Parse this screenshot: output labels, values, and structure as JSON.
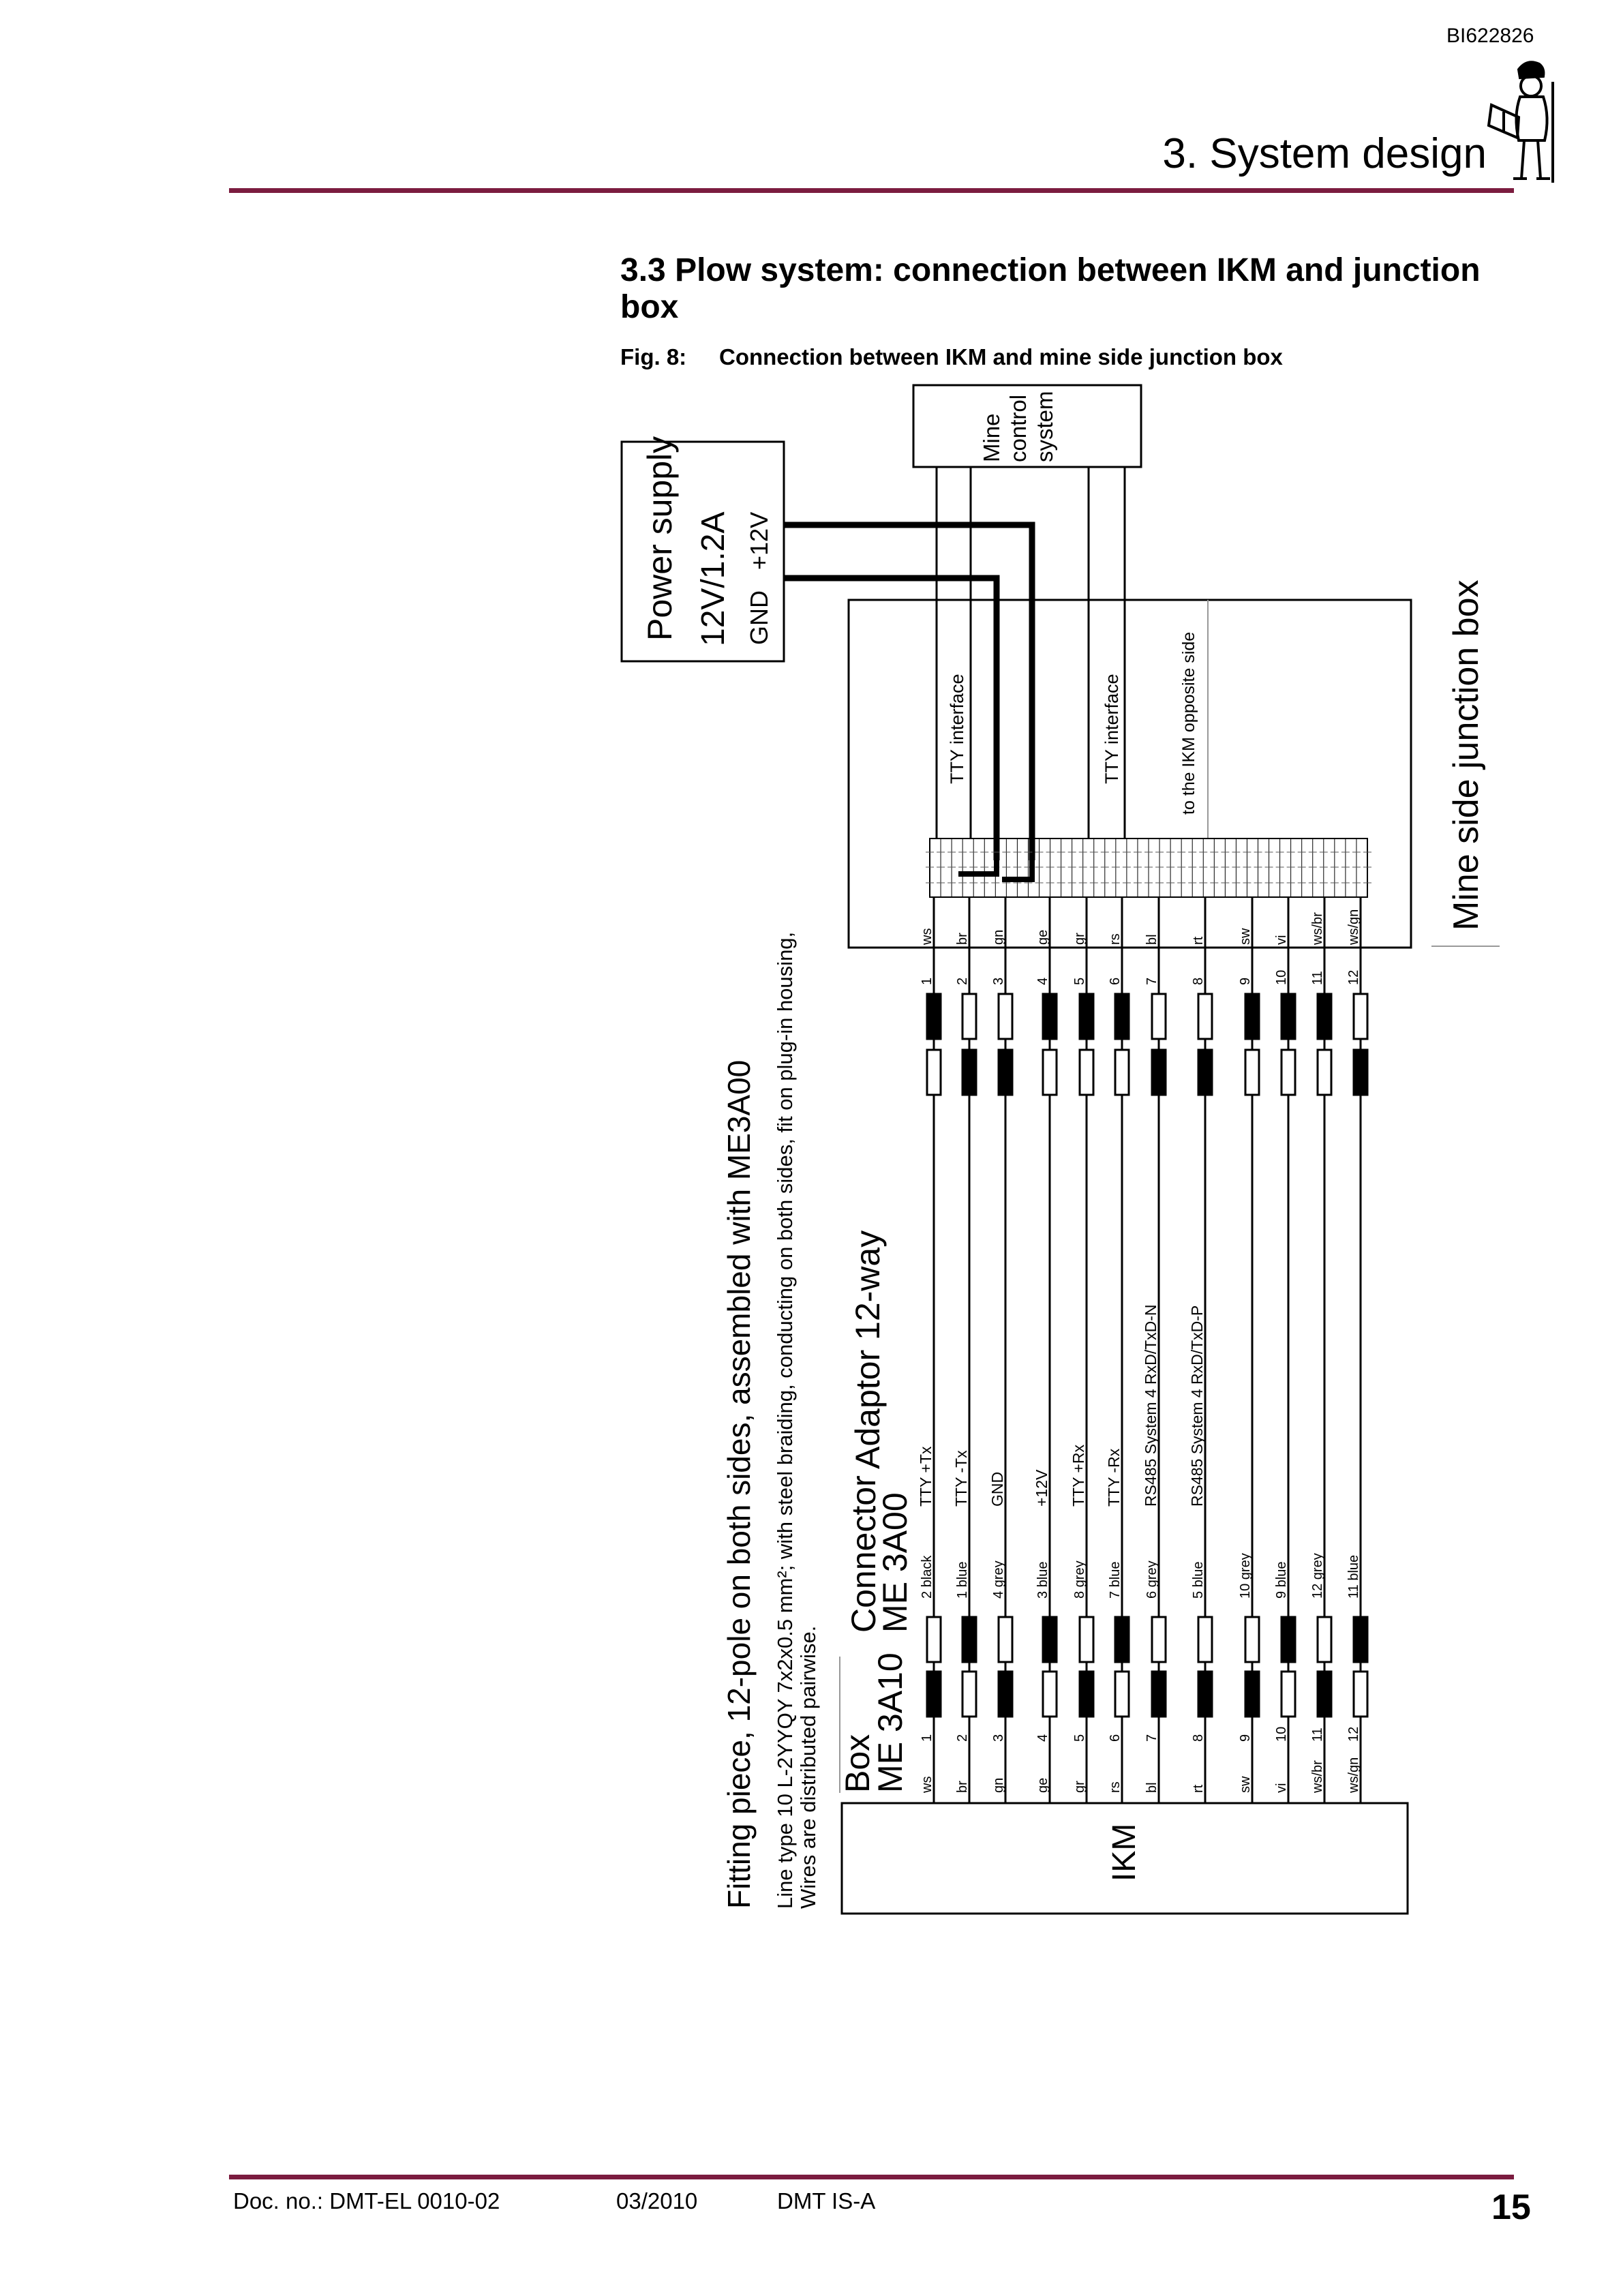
{
  "header": {
    "doc_id": "BI622826",
    "section_title": "3. System design"
  },
  "heading": "3.3 Plow system: connection between IKM and junction box",
  "figure": {
    "label": "Fig. 8:",
    "caption": "Connection between IKM and mine side junction box"
  },
  "diagram": {
    "power_supply": {
      "title": "Power supply",
      "rating": "12V/1.2A",
      "gnd": "GND",
      "plus": "+12V"
    },
    "mine_control": [
      "Mine",
      "control",
      "system"
    ],
    "junction_box": {
      "title": "Mine side junction box",
      "tty1": "TTY interface",
      "tty2": "TTY interface",
      "opposite": "to the IKM opposite side"
    },
    "cable": {
      "title": "Fitting piece, 12-pole on both sides, assembled with ME3A00",
      "spec": "Line type 10 L-2YYQY 7x2x0.5 mm²; with steel braiding, conducting on both sides, fit on plug-in housing,",
      "spec2": "Wires are distributed pairwise."
    },
    "connector_label": [
      "Connector",
      "ME 3A00"
    ],
    "adaptor_label": "Adaptor 12-way",
    "box_label": [
      "Box",
      "ME 3A10"
    ],
    "ikm_label": "IKM",
    "wires": [
      {
        "num": "1",
        "color": "ws",
        "wire": "2 black",
        "signal": "TTY    +Tx"
      },
      {
        "num": "2",
        "color": "br",
        "wire": "1 blue",
        "signal": "TTY    -Tx"
      },
      {
        "num": "3",
        "color": "gn",
        "wire": "4 grey",
        "signal": "GND"
      },
      {
        "num": "4",
        "color": "ge",
        "wire": "3 blue",
        "signal": "+12V"
      },
      {
        "num": "5",
        "color": "gr",
        "wire": "8 grey",
        "signal": "TTY    +Rx"
      },
      {
        "num": "6",
        "color": "rs",
        "wire": "7 blue",
        "signal": "TTY    -Rx"
      },
      {
        "num": "7",
        "color": "bl",
        "wire": "6 grey",
        "signal": "RS485 System 4 RxD/TxD-N"
      },
      {
        "num": "8",
        "color": "rt",
        "wire": "5 blue",
        "signal": "RS485 System 4 RxD/TxD-P"
      },
      {
        "num": "9",
        "color": "sw",
        "wire": "10 grey",
        "signal": ""
      },
      {
        "num": "10",
        "color": "vi",
        "wire": "9 blue",
        "signal": ""
      },
      {
        "num": "11",
        "color": "ws/br",
        "wire": "12 grey",
        "signal": ""
      },
      {
        "num": "12",
        "color": "ws/gn",
        "wire": "11 blue",
        "signal": ""
      }
    ]
  },
  "footer": {
    "doc_no": "Doc. no.: DMT-EL 0010-02",
    "date": "03/2010",
    "org": "DMT IS-A",
    "page": "15"
  }
}
